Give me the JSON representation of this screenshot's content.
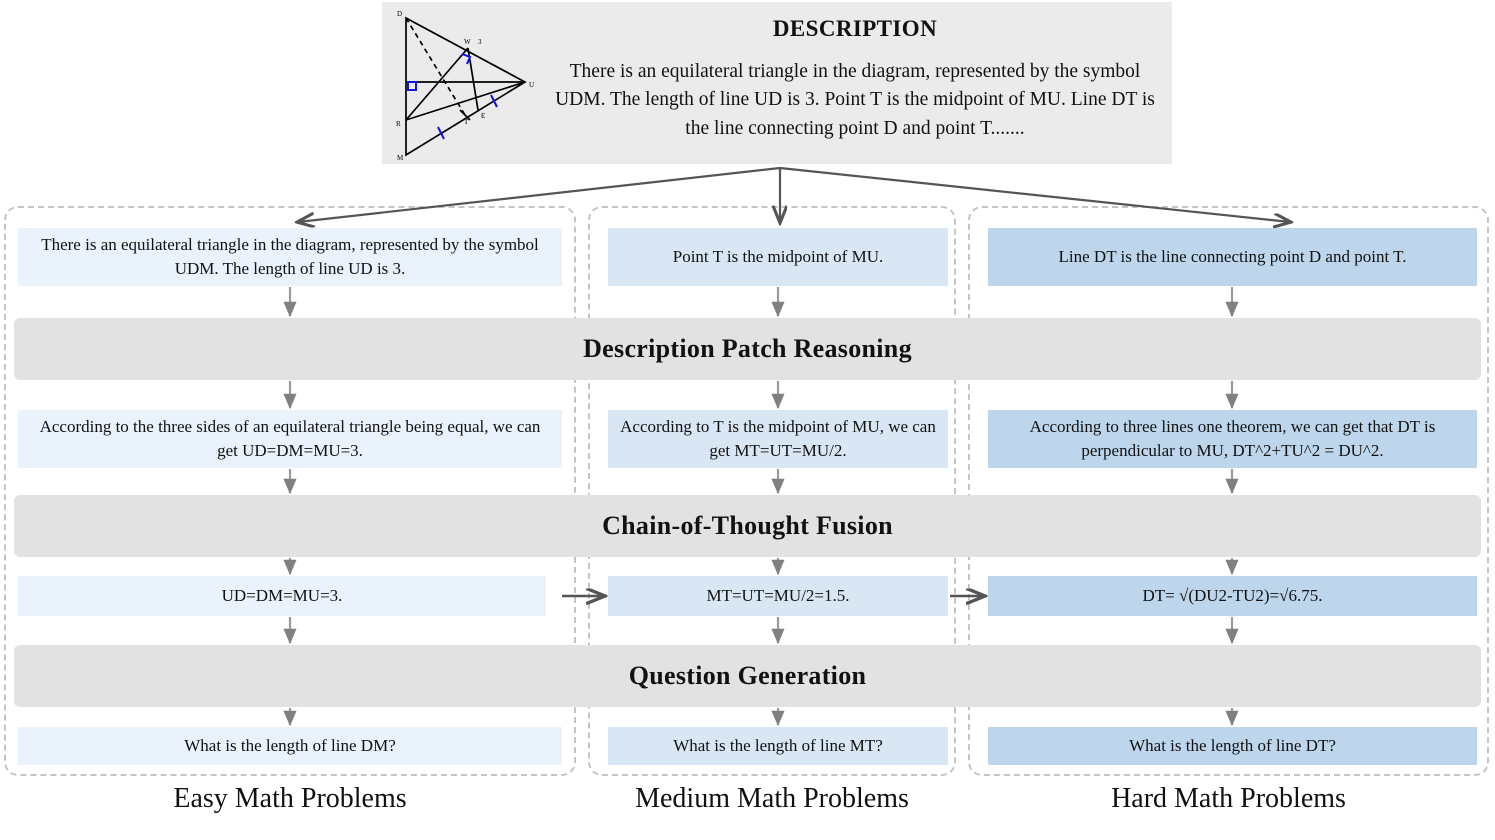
{
  "header": {
    "title": "DESCRIPTION",
    "body": "There is an equilateral triangle in the diagram, represented by the symbol UDM. The length of line UD is 3. Point T is the midpoint of MU. Line DT is the line connecting point D and point T.......",
    "figure": {
      "vertex_labels": [
        "D",
        "W",
        "3",
        "U",
        "E",
        "R",
        "T",
        "M"
      ],
      "label_D": "D",
      "label_W": "W",
      "label_3": "3",
      "label_U": "U",
      "label_E": "E",
      "label_R": "R",
      "label_T": "T",
      "label_M": "M"
    }
  },
  "bands": {
    "description_patch_reasoning": "Description Patch Reasoning",
    "chain_of_thought_fusion": "Chain-of-Thought Fusion",
    "question_generation": "Question Generation"
  },
  "columns": [
    {
      "id": "easy",
      "caption": "Easy Math Problems",
      "tone": "#eaf2fb",
      "patch": "There is an equilateral triangle in the diagram, represented by the symbol UDM.  The length of line UD is 3.",
      "reasoning": "According to the three sides of an equilateral triangle being equal, we can get UD=DM=MU=3.",
      "fusion": "UD=DM=MU=3.",
      "question": "What is the length of line DM?"
    },
    {
      "id": "medium",
      "caption": "Medium Math Problems",
      "tone": "#d9e7f4",
      "patch": "Point T is the midpoint of MU.",
      "reasoning": "According to T is the midpoint of MU, we can get MT=UT=MU/2.",
      "fusion": "MT=UT=MU/2=1.5.",
      "question": "What is the length of line MT?"
    },
    {
      "id": "hard",
      "caption": "Hard Math Problems",
      "tone": "#bdd6ec",
      "patch": "Line DT is the line connecting point D and point T.",
      "reasoning": "According to three lines one theorem, we can get that DT is perpendicular to MU, DT^2+TU^2 = DU^2.",
      "fusion": "DT= √(DU2-TU2)=√6.75.",
      "question": "What is the length of line DT?"
    }
  ],
  "colors": {
    "band_background": "#e2e2e2",
    "panel_background": "#ebebeb",
    "dashed_border": "#c4c4c4",
    "arrow": "#555555",
    "figure_mark": "#1111ee"
  }
}
